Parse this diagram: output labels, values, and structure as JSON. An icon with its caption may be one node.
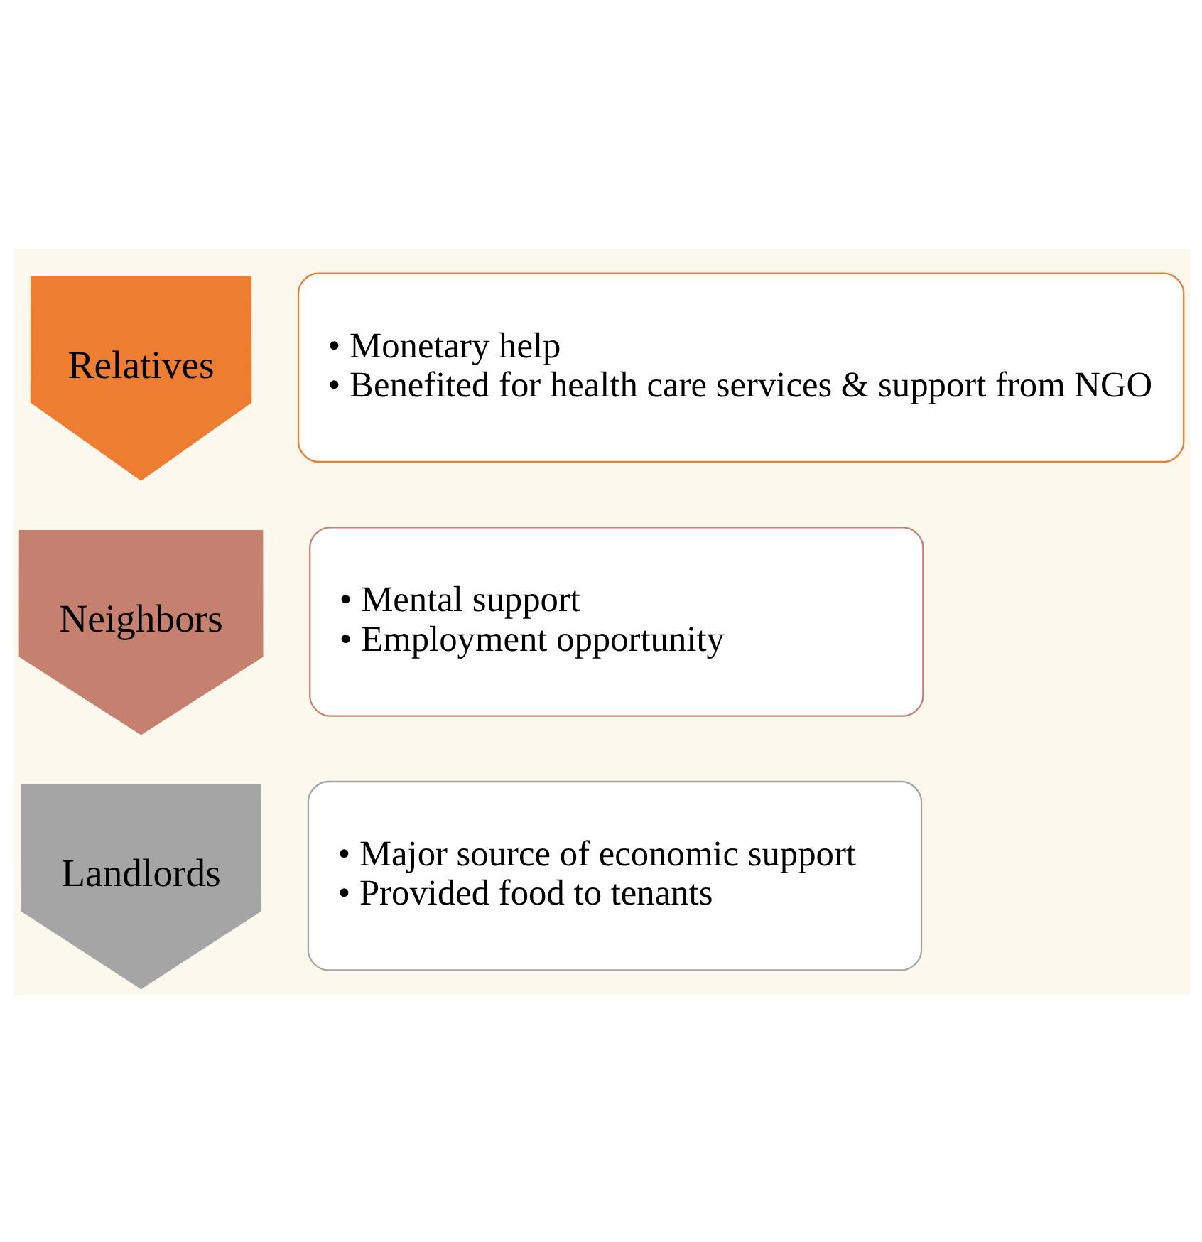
{
  "diagram": {
    "nodes": [
      {
        "text": [
          "Relatives"
        ]
      },
      {
        "text": [
          "• Monetary help",
          "• Benefited for health care services & support from NGO"
        ]
      },
      {
        "text": [
          "Neighbors"
        ]
      },
      {
        "text": [
          "• Mental support",
          "• Employment opportunity"
        ]
      },
      {
        "text": [
          "Landlords"
        ]
      },
      {
        "text": [
          "• Major source of economic support",
          "• Provided food to tenants"
        ]
      }
    ]
  }
}
